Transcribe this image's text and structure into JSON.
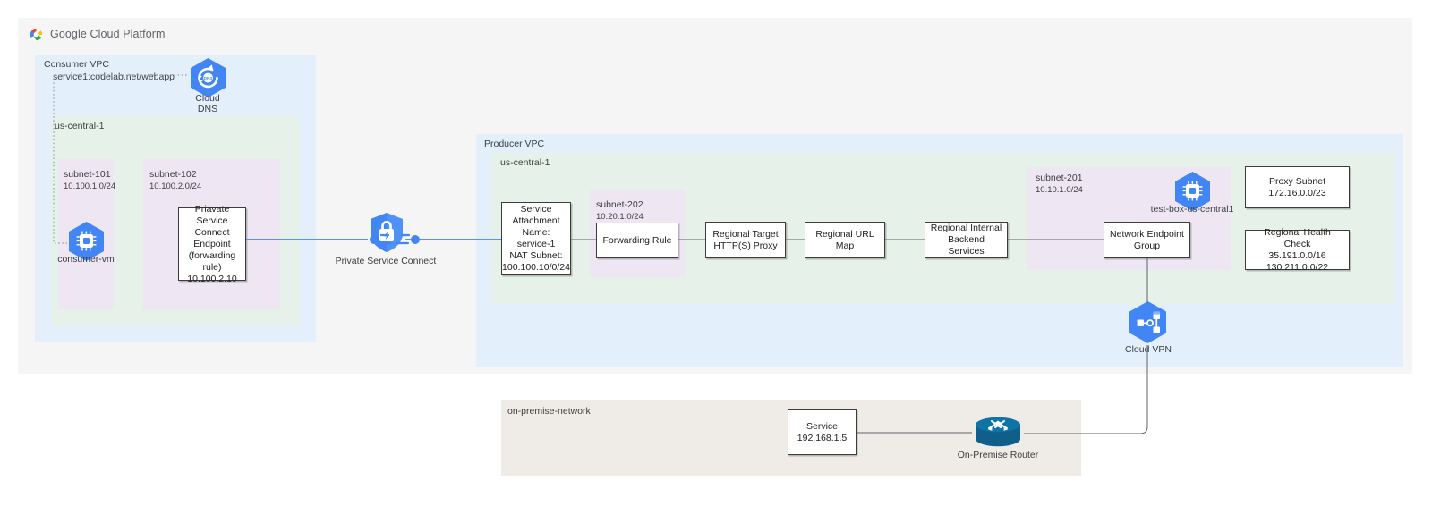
{
  "header": {
    "logo": "google-cloud-logo",
    "wordmark": "Google Cloud Platform"
  },
  "consumer": {
    "vpc_label": "Consumer VPC",
    "dns_record": "service1.codelab.net/webapp",
    "cloud_dns": {
      "line1": "Cloud",
      "line2": "DNS",
      "icon": "cloud-dns-icon"
    },
    "region_label": "us-central-1",
    "subnets": [
      {
        "name": "subnet-101",
        "cidr": "10.100.1.0/24"
      },
      {
        "name": "subnet-102",
        "cidr": "10.100.2.0/24"
      }
    ],
    "vm_label": "consumer-vm",
    "psc_endpoint": {
      "line1": "Priavate Service",
      "line2": "Connect Endpoint",
      "line3": "(forwarding rule)",
      "line4": "10.100.2.10"
    }
  },
  "psc": {
    "label": "Private Service Connect",
    "icon": "private-service-connect-icon"
  },
  "producer": {
    "vpc_label": "Producer VPC",
    "region_label": "us-central-1",
    "service_attachment": {
      "line1": "Service",
      "line2": "Attachment",
      "line3": "Name: service-1",
      "line4": "NAT Subnet:",
      "line5": "100.100.10/0/24"
    },
    "subnet_202": {
      "name": "subnet-202",
      "cidr": "10.20.1.0/24"
    },
    "forwarding_rule": "Forwarding Rule",
    "target_proxy": {
      "line1": "Regional Target",
      "line2": "HTTP(S) Proxy"
    },
    "url_map": "Regional URL Map",
    "backend_services": {
      "line1": "Regional Internal",
      "line2": "Backend Services"
    },
    "subnet_201": {
      "name": "subnet-201",
      "cidr": "10.10.1.0/24"
    },
    "test_box": {
      "label": "test-box-us-central1",
      "icon": "compute-vm-icon"
    },
    "neg": {
      "line1": "Network Endpoint",
      "line2": "Group"
    },
    "proxy_subnet": {
      "line1": "Proxy Subnet",
      "line2": "172.16.0.0/23"
    },
    "health_check": {
      "line1": "Regional Health Check",
      "line2": "35.191.0.0/16",
      "line3": "130.211.0.0/22"
    }
  },
  "cloud_vpn": {
    "label": "Cloud VPN",
    "icon": "cloud-vpn-icon"
  },
  "onprem": {
    "network_label": "on-premise-network",
    "service": {
      "line1": "Service",
      "line2": "192.168.1.5"
    },
    "router": {
      "label": "On-Premise Router",
      "icon": "on-premise-router-icon"
    }
  },
  "colors": {
    "vpc_blue": "#e3f0fb",
    "region_green": "#e6f2e9",
    "subnet_purple": "#eee6f3",
    "onprem_gray": "#efebe7",
    "frame_gray": "#f5f5f5",
    "google_blue": "#4285f4",
    "router_teal": "#12638f",
    "wire_gray": "#5f6368"
  }
}
